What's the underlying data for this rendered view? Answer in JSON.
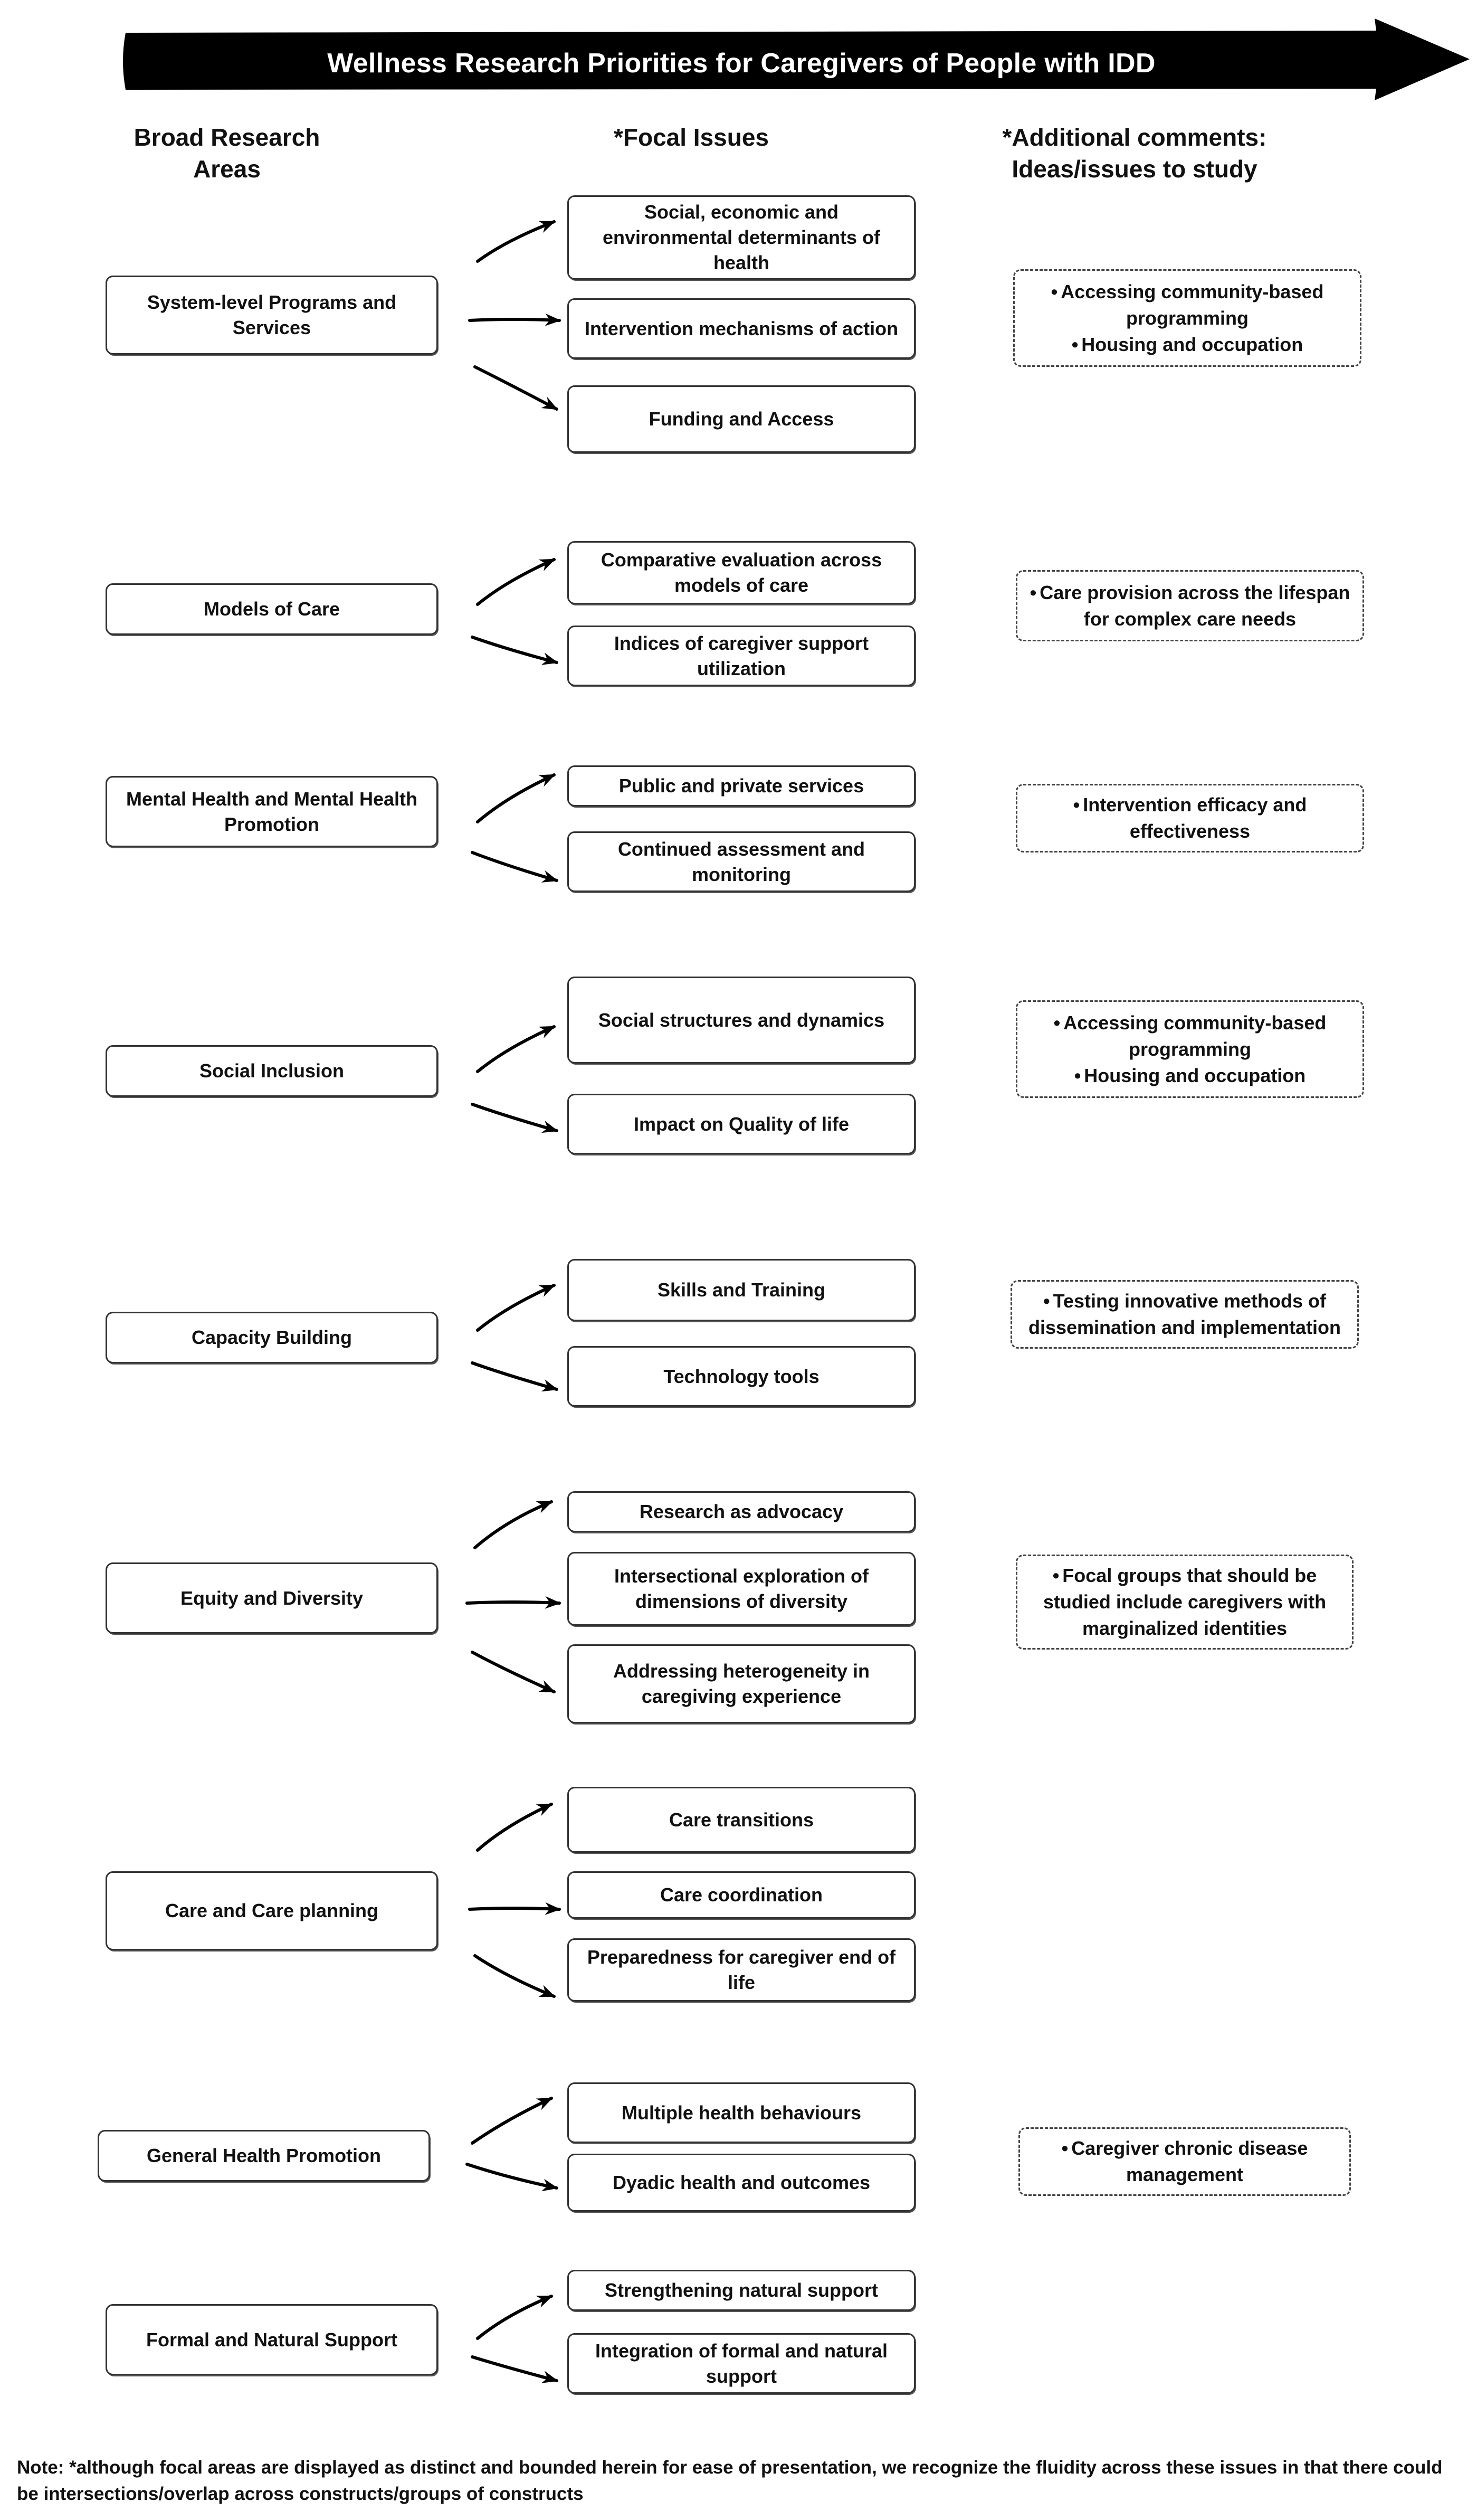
{
  "title": "Wellness Research Priorities for Caregivers of People with IDD",
  "headers": {
    "areas": "Broad Research Areas",
    "focal": "*Focal Issues",
    "comments": "*Additional comments: Ideas/issues to study"
  },
  "areas": [
    {
      "label": "System-level Programs and Services",
      "focal": [
        "Social, economic and environmental determinants of health",
        "Intervention mechanisms of action",
        "Funding and Access"
      ],
      "comments": [
        "Accessing community-based programming",
        "Housing and occupation"
      ]
    },
    {
      "label": "Models of Care",
      "focal": [
        "Comparative evaluation across models of care",
        "Indices of caregiver support utilization"
      ],
      "comments": [
        "Care provision across the lifespan for complex care needs"
      ]
    },
    {
      "label": "Mental Health and Mental Health Promotion",
      "focal": [
        "Public and private services",
        "Continued assessment and monitoring"
      ],
      "comments": [
        "Intervention efficacy and effectiveness"
      ]
    },
    {
      "label": "Social Inclusion",
      "focal": [
        "Social structures and dynamics",
        "Impact on Quality of life"
      ],
      "comments": [
        "Accessing community-based programming",
        "Housing and occupation"
      ]
    },
    {
      "label": "Capacity Building",
      "focal": [
        "Skills and Training",
        "Technology tools"
      ],
      "comments": [
        "Testing innovative methods of dissemination and implementation"
      ]
    },
    {
      "label": "Equity and Diversity",
      "focal": [
        "Research as advocacy",
        "Intersectional exploration of dimensions of diversity",
        "Addressing heterogeneity in caregiving experience"
      ],
      "comments": [
        "Focal groups that should be studied include caregivers with marginalized identities"
      ]
    },
    {
      "label": "Care and Care planning",
      "focal": [
        "Care transitions",
        "Care coordination",
        "Preparedness for caregiver end of life"
      ],
      "comments": []
    },
    {
      "label": "General Health Promotion",
      "focal": [
        "Multiple health behaviours",
        "Dyadic health and outcomes"
      ],
      "comments": [
        "Caregiver chronic disease management"
      ]
    },
    {
      "label": "Formal and Natural Support",
      "focal": [
        "Strengthening natural support",
        "Integration of formal and natural support"
      ],
      "comments": []
    }
  ],
  "note": "Note: *although focal areas are displayed as distinct and bounded herein for ease of presentation, we recognize the fluidity across these issues in that there could be intersections/overlap across constructs/groups of constructs"
}
